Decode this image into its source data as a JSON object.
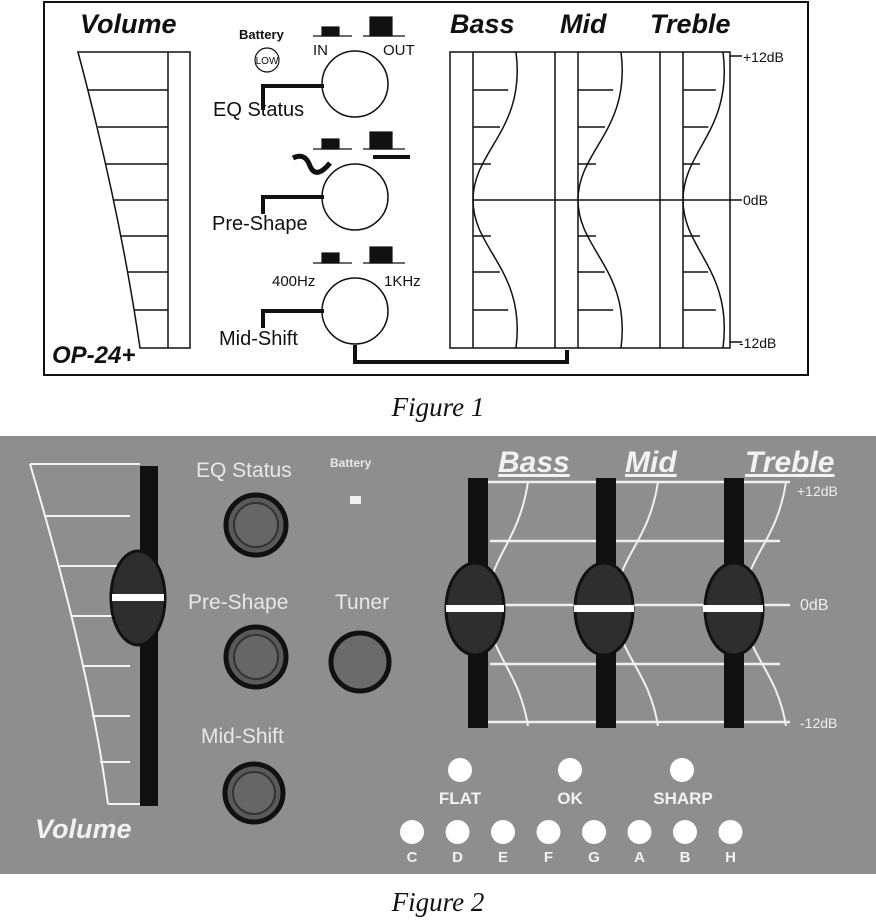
{
  "figure1": {
    "caption": "Figure 1",
    "volume_label": "Volume",
    "model_label": "OP-24+",
    "battery_label": "Battery",
    "battery_indicator": "LOW",
    "switch_left_label": "IN",
    "switch_right_label": "OUT",
    "eq_status_label": "EQ Status",
    "pre_shape_label": "Pre-Shape",
    "mid_shift_left_label": "400Hz",
    "mid_shift_right_label": "1KHz",
    "mid_shift_label": "Mid-Shift",
    "band_labels": [
      "Bass",
      "Mid",
      "Treble"
    ],
    "db_top": "+12dB",
    "db_mid": "0dB",
    "db_bottom": "-12dB"
  },
  "figure2": {
    "caption": "Figure 2",
    "volume_label": "Volume",
    "eq_status_label": "EQ Status",
    "battery_label": "Battery",
    "pre_shape_label": "Pre-Shape",
    "tuner_label": "Tuner",
    "mid_shift_label": "Mid-Shift",
    "band_labels": [
      "Bass",
      "Mid",
      "Treble"
    ],
    "db_top": "+12dB",
    "db_mid": "0dB",
    "db_bottom": "-12dB",
    "tuner_status": [
      "FLAT",
      "OK",
      "SHARP"
    ],
    "notes": [
      "C",
      "D",
      "E",
      "F",
      "G",
      "A",
      "B",
      "H"
    ]
  },
  "colors": {
    "panel_gray": "#8f8f8f",
    "panel_dark": "#5c5c5c",
    "line_white": "#ffffff",
    "ink": "#111111"
  }
}
